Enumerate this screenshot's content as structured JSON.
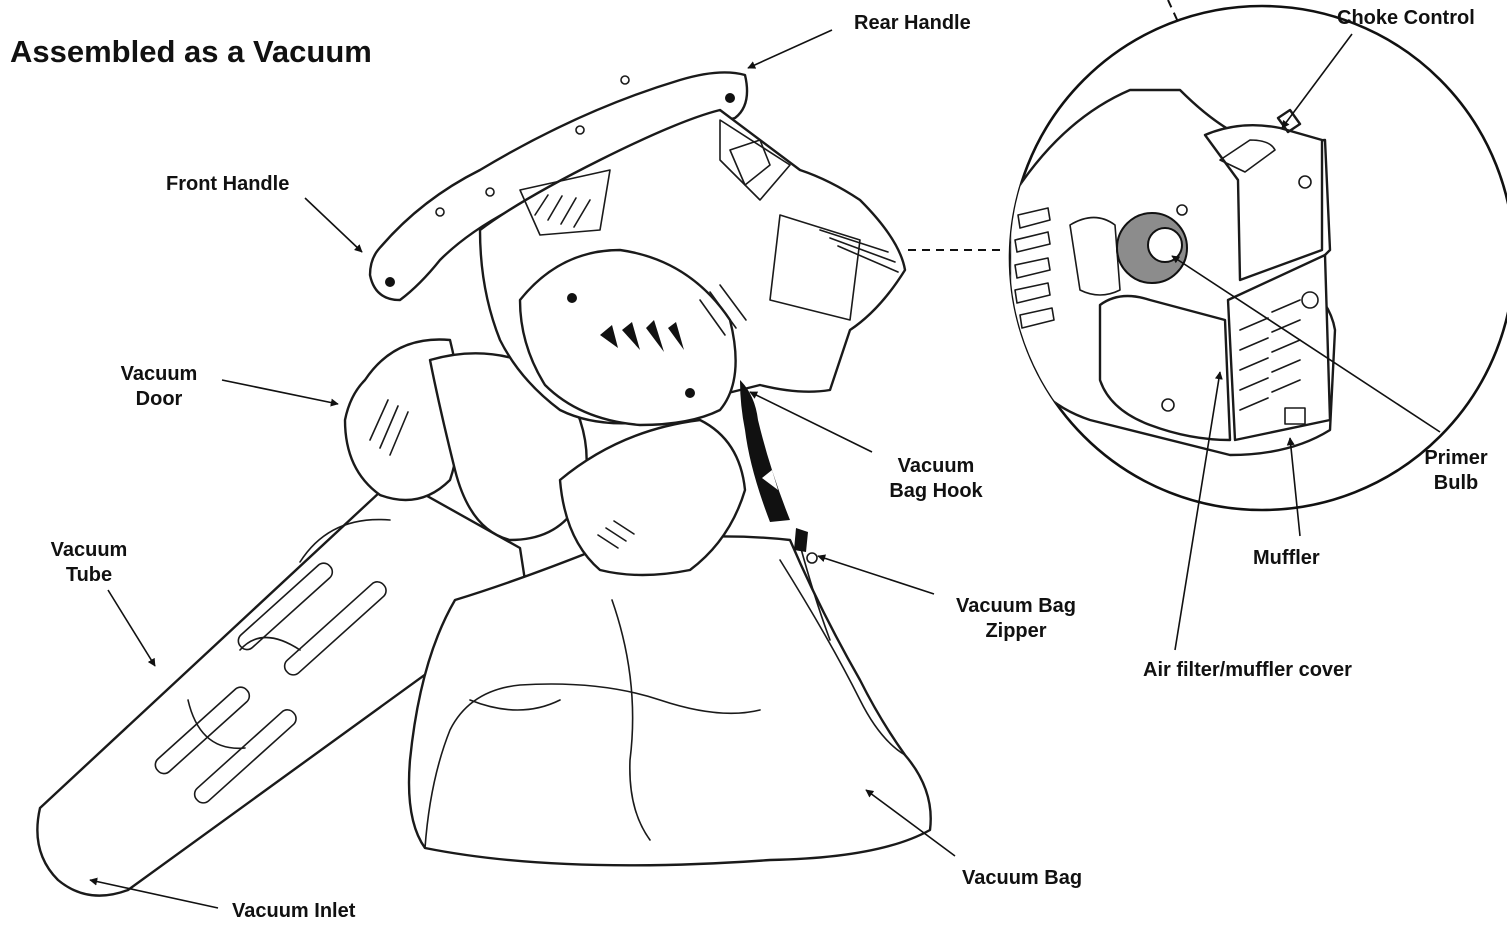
{
  "title": "Assembled as a Vacuum",
  "labels": {
    "rear_handle": "Rear Handle",
    "choke_control": "Choke Control",
    "front_handle": "Front Handle",
    "vacuum_door": [
      "Vacuum",
      "Door"
    ],
    "vacuum_bag_hook": [
      "Vacuum",
      "Bag Hook"
    ],
    "primer_bulb": [
      "Primer",
      "Bulb"
    ],
    "muffler": "Muffler",
    "vacuum_tube": [
      "Vacuum",
      "Tube"
    ],
    "vacuum_bag_zipper": [
      "Vacuum Bag",
      "Zipper"
    ],
    "air_filter_cover": "Air filter/muffler cover",
    "vacuum_bag": "Vacuum Bag",
    "vacuum_inlet": "Vacuum Inlet"
  },
  "colors": {
    "line": "#1a1a1a",
    "primer_bulb": "#8c8c8c",
    "background": "#ffffff"
  }
}
